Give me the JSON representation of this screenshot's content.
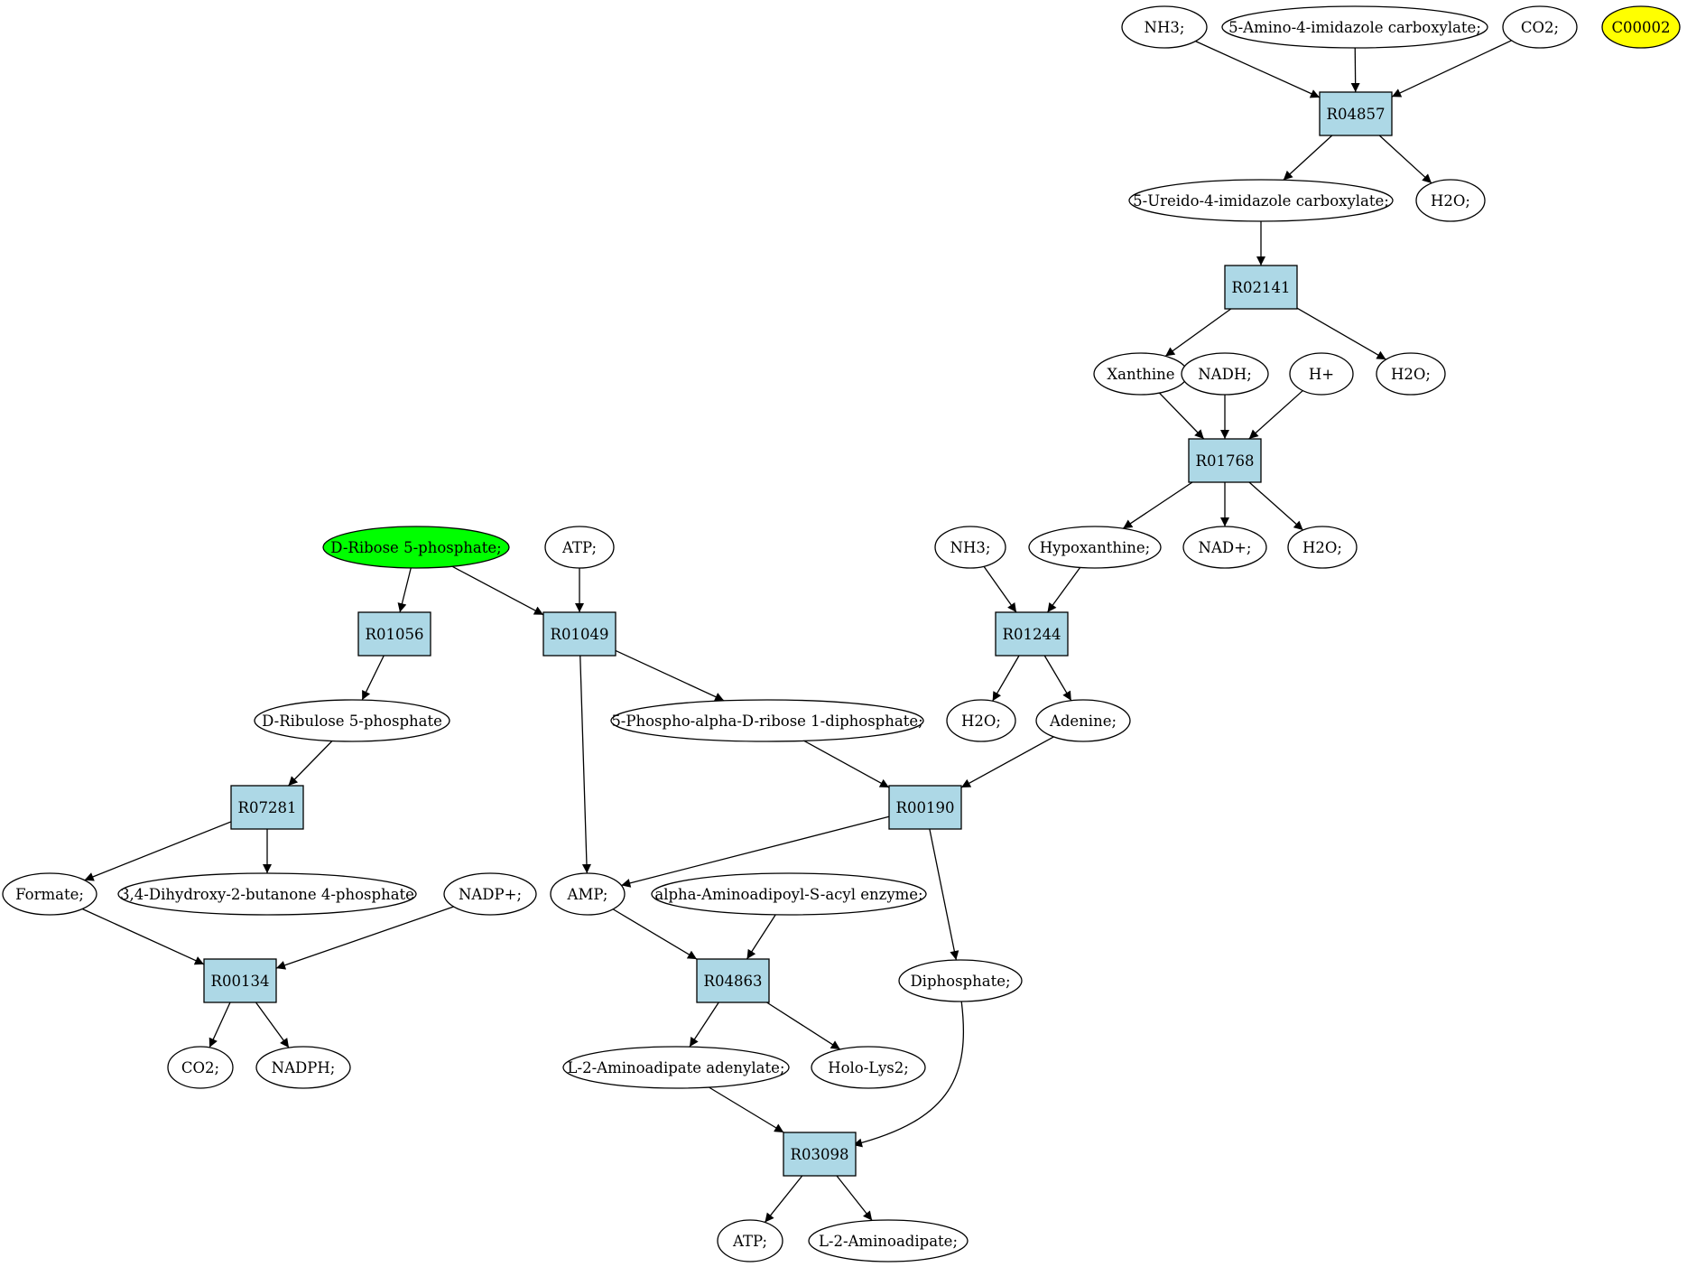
{
  "diagram": {
    "colors": {
      "reaction_fill": "#add8e6",
      "compound_fill": "#ffffff",
      "source_fill": "#00ff00",
      "highlight_fill": "#ffff00",
      "stroke": "#000000"
    },
    "nodes": [
      {
        "id": "nh3_top",
        "label": "NH3;",
        "kind": "compound"
      },
      {
        "id": "aica",
        "label": "5-Amino-4-imidazole carboxylate;",
        "kind": "compound"
      },
      {
        "id": "co2_top",
        "label": "CO2;",
        "kind": "compound"
      },
      {
        "id": "c00002",
        "label": "C00002",
        "kind": "highlight"
      },
      {
        "id": "R04857",
        "label": "R04857",
        "kind": "reaction"
      },
      {
        "id": "ureido",
        "label": "5-Ureido-4-imidazole carboxylate;",
        "kind": "compound"
      },
      {
        "id": "h2o_1",
        "label": "H2O;",
        "kind": "compound"
      },
      {
        "id": "R02141",
        "label": "R02141",
        "kind": "reaction"
      },
      {
        "id": "xanthine",
        "label": "Xanthine",
        "kind": "compound"
      },
      {
        "id": "nadh",
        "label": "NADH;",
        "kind": "compound"
      },
      {
        "id": "hplus",
        "label": "H+",
        "kind": "compound"
      },
      {
        "id": "h2o_2",
        "label": "H2O;",
        "kind": "compound"
      },
      {
        "id": "R01768",
        "label": "R01768",
        "kind": "reaction"
      },
      {
        "id": "nh3_mid",
        "label": "NH3;",
        "kind": "compound"
      },
      {
        "id": "hypoxanthine",
        "label": "Hypoxanthine;",
        "kind": "compound"
      },
      {
        "id": "nadplus",
        "label": "NAD+;",
        "kind": "compound"
      },
      {
        "id": "h2o_3",
        "label": "H2O;",
        "kind": "compound"
      },
      {
        "id": "R01244",
        "label": "R01244",
        "kind": "reaction"
      },
      {
        "id": "h2o_4",
        "label": "H2O;",
        "kind": "compound"
      },
      {
        "id": "adenine",
        "label": "Adenine;",
        "kind": "compound"
      },
      {
        "id": "ribose5p",
        "label": "D-Ribose 5-phosphate;",
        "kind": "source"
      },
      {
        "id": "atp_top",
        "label": "ATP;",
        "kind": "compound"
      },
      {
        "id": "R01056",
        "label": "R01056",
        "kind": "reaction"
      },
      {
        "id": "R01049",
        "label": "R01049",
        "kind": "reaction"
      },
      {
        "id": "ribulose5p",
        "label": "D-Ribulose 5-phosphate",
        "kind": "compound"
      },
      {
        "id": "prpp",
        "label": "5-Phospho-alpha-D-ribose 1-diphosphate;",
        "kind": "compound"
      },
      {
        "id": "R07281",
        "label": "R07281",
        "kind": "reaction"
      },
      {
        "id": "R00190",
        "label": "R00190",
        "kind": "reaction"
      },
      {
        "id": "formate",
        "label": "Formate;",
        "kind": "compound"
      },
      {
        "id": "dhbp",
        "label": "3,4-Dihydroxy-2-butanone 4-phosphate",
        "kind": "compound"
      },
      {
        "id": "nadpplus",
        "label": "NADP+;",
        "kind": "compound"
      },
      {
        "id": "amp",
        "label": "AMP;",
        "kind": "compound"
      },
      {
        "id": "aasacyl",
        "label": "alpha-Aminoadipoyl-S-acyl enzyme;",
        "kind": "compound"
      },
      {
        "id": "R00134",
        "label": "R00134",
        "kind": "reaction"
      },
      {
        "id": "R04863",
        "label": "R04863",
        "kind": "reaction"
      },
      {
        "id": "diphosphate",
        "label": "Diphosphate;",
        "kind": "compound"
      },
      {
        "id": "co2_bot",
        "label": "CO2;",
        "kind": "compound"
      },
      {
        "id": "nadph",
        "label": "NADPH;",
        "kind": "compound"
      },
      {
        "id": "l2aa_adenylate",
        "label": "L-2-Aminoadipate adenylate;",
        "kind": "compound"
      },
      {
        "id": "hololys2",
        "label": "Holo-Lys2;",
        "kind": "compound"
      },
      {
        "id": "R03098",
        "label": "R03098",
        "kind": "reaction"
      },
      {
        "id": "atp_bot",
        "label": "ATP;",
        "kind": "compound"
      },
      {
        "id": "l2aa",
        "label": "L-2-Aminoadipate;",
        "kind": "compound"
      }
    ],
    "edges": [
      {
        "from": "nh3_top",
        "to": "R04857"
      },
      {
        "from": "aica",
        "to": "R04857"
      },
      {
        "from": "co2_top",
        "to": "R04857"
      },
      {
        "from": "R04857",
        "to": "ureido"
      },
      {
        "from": "R04857",
        "to": "h2o_1"
      },
      {
        "from": "ureido",
        "to": "R02141"
      },
      {
        "from": "R02141",
        "to": "xanthine"
      },
      {
        "from": "R02141",
        "to": "h2o_2"
      },
      {
        "from": "xanthine",
        "to": "R01768"
      },
      {
        "from": "nadh",
        "to": "R01768"
      },
      {
        "from": "hplus",
        "to": "R01768"
      },
      {
        "from": "R01768",
        "to": "hypoxanthine"
      },
      {
        "from": "R01768",
        "to": "nadplus"
      },
      {
        "from": "R01768",
        "to": "h2o_3"
      },
      {
        "from": "nh3_mid",
        "to": "R01244"
      },
      {
        "from": "hypoxanthine",
        "to": "R01244"
      },
      {
        "from": "R01244",
        "to": "h2o_4"
      },
      {
        "from": "R01244",
        "to": "adenine"
      },
      {
        "from": "ribose5p",
        "to": "R01056"
      },
      {
        "from": "ribose5p",
        "to": "R01049"
      },
      {
        "from": "atp_top",
        "to": "R01049"
      },
      {
        "from": "R01056",
        "to": "ribulose5p"
      },
      {
        "from": "R01049",
        "to": "prpp"
      },
      {
        "from": "R01049",
        "to": "amp"
      },
      {
        "from": "ribulose5p",
        "to": "R07281"
      },
      {
        "from": "prpp",
        "to": "R00190"
      },
      {
        "from": "adenine",
        "to": "R00190"
      },
      {
        "from": "R07281",
        "to": "formate"
      },
      {
        "from": "R07281",
        "to": "dhbp"
      },
      {
        "from": "R00190",
        "to": "amp"
      },
      {
        "from": "R00190",
        "to": "diphosphate"
      },
      {
        "from": "formate",
        "to": "R00134"
      },
      {
        "from": "nadpplus",
        "to": "R00134"
      },
      {
        "from": "amp",
        "to": "R04863"
      },
      {
        "from": "aasacyl",
        "to": "R04863"
      },
      {
        "from": "R00134",
        "to": "co2_bot"
      },
      {
        "from": "R00134",
        "to": "nadph"
      },
      {
        "from": "R04863",
        "to": "l2aa_adenylate"
      },
      {
        "from": "R04863",
        "to": "hololys2"
      },
      {
        "from": "l2aa_adenylate",
        "to": "R03098"
      },
      {
        "from": "diphosphate",
        "to": "R03098"
      },
      {
        "from": "R03098",
        "to": "atp_bot"
      },
      {
        "from": "R03098",
        "to": "l2aa"
      }
    ]
  }
}
